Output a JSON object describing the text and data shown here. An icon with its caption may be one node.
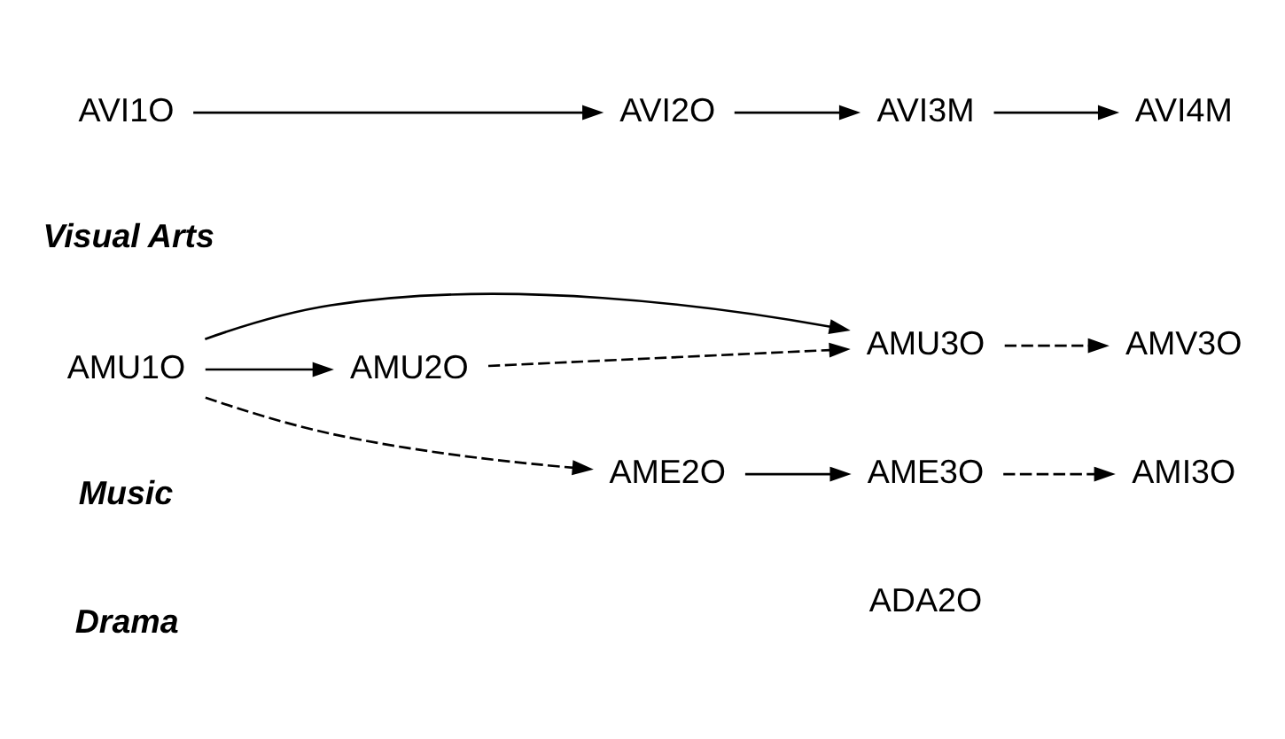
{
  "diagram": {
    "nodes": [
      {
        "text": [
          "AME2O"
        ]
      },
      {
        "text": [
          "AME3O"
        ]
      },
      {
        "text": [
          "AMI3O"
        ]
      },
      {
        "text": [
          "AMU1O"
        ]
      },
      {
        "text": [
          "AMU2O"
        ]
      },
      {
        "text": [
          "AMU3O"
        ]
      },
      {
        "text": [
          "AMV3O"
        ]
      },
      {
        "text": [
          "AVI1O"
        ]
      },
      {
        "text": [
          "AVI2O"
        ]
      },
      {
        "text": [
          "AVI3M"
        ]
      },
      {
        "text": [
          "AVI4M"
        ]
      }
    ],
    "edges": [
      {
        "from": 3,
        "to": 0,
        "arrow": "to",
        "style": "dashed"
      },
      {
        "from": 3,
        "to": 4,
        "arrow": "to"
      },
      {
        "from": 3,
        "to": 5,
        "arrow": "to"
      },
      {
        "from": 0,
        "to": 1,
        "arrow": "to"
      },
      {
        "from": 1,
        "to": 2,
        "arrow": "to",
        "style": "dashed"
      },
      {
        "from": 4,
        "to": 5,
        "arrow": "to",
        "style": "dashed"
      },
      {
        "from": 5,
        "to": 6,
        "arrow": "to",
        "style": "dashed"
      },
      {
        "from": 7,
        "to": 8,
        "arrow": "to"
      },
      {
        "from": 8,
        "to": 9,
        "arrow": "to"
      },
      {
        "from": 9,
        "to": 10,
        "arrow": "to"
      }
    ],
    "labels": [
      "Drama",
      "ADA2O",
      "Music",
      "Visual Arts"
    ]
  }
}
